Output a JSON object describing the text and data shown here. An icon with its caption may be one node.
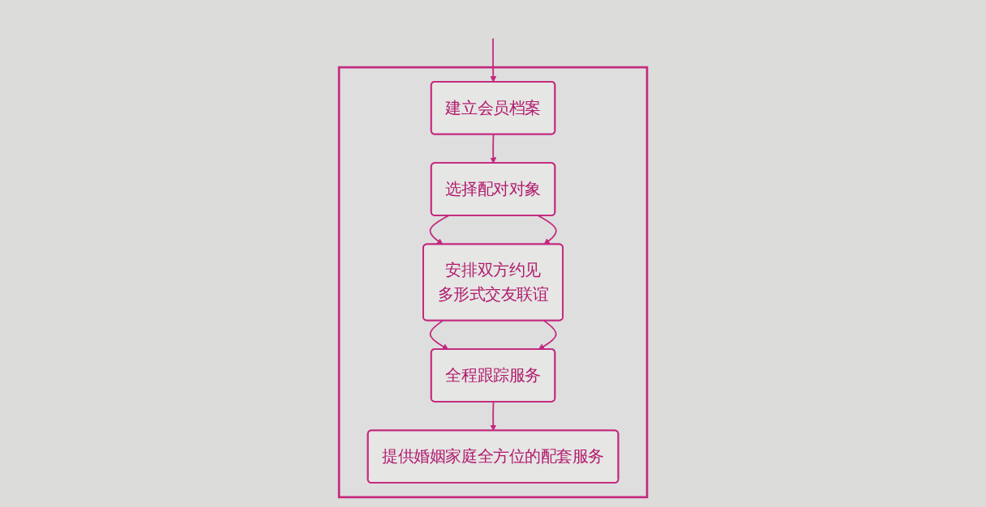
{
  "diagram": {
    "nodes": [
      {
        "text": [],
        "shape": "box"
      },
      {
        "text": [
          "建立会员档案"
        ],
        "in": 0
      },
      {
        "text": [
          "选择配对对象"
        ],
        "in": 0
      },
      {
        "text": [
          "安排双方约见",
          "多形式交友联谊"
        ],
        "in": 0
      },
      {
        "text": [
          "全程跟踪服务"
        ],
        "in": 0
      },
      {
        "text": [
          "提供婚姻家庭全方位的配套服务"
        ],
        "in": 0
      }
    ],
    "edges": [
      {
        "from": null,
        "to": 1,
        "arrow": "to"
      },
      {
        "from": 1,
        "to": 2,
        "arrow": "to"
      },
      {
        "from": 2,
        "to": 3,
        "arrow": "to"
      },
      {
        "from": 2,
        "to": 3,
        "arrow": "to"
      },
      {
        "from": 3,
        "to": 4,
        "arrow": "to"
      },
      {
        "from": 3,
        "to": 4,
        "arrow": "to"
      },
      {
        "from": 4,
        "to": 5,
        "arrow": "to"
      }
    ]
  }
}
